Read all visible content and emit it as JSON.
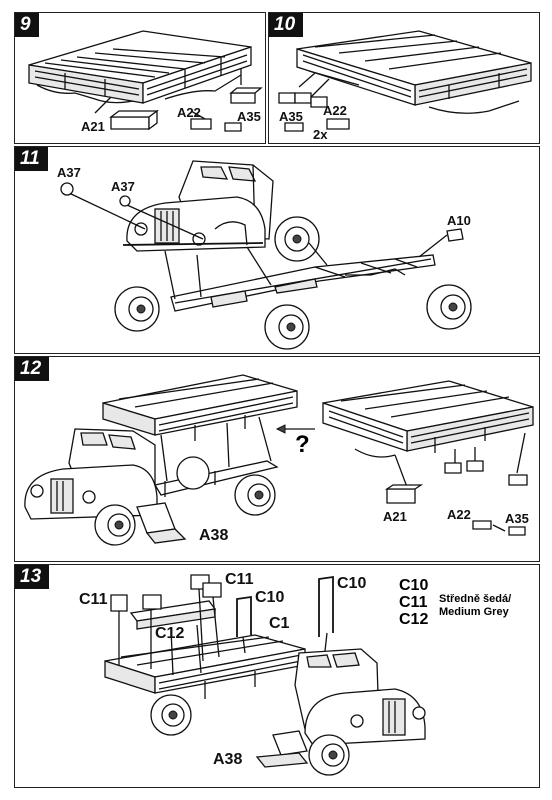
{
  "steps": {
    "s9": {
      "number": "9",
      "labels": {
        "a21": "A21",
        "a22": "A22",
        "a35": "A35"
      }
    },
    "s10": {
      "number": "10",
      "labels": {
        "a35": "A35",
        "a22": "A22",
        "qty": "2x"
      }
    },
    "s11": {
      "number": "11",
      "labels": {
        "a37_left": "A37",
        "a37_right": "A37",
        "a10": "A10"
      }
    },
    "s12": {
      "number": "12",
      "labels": {
        "a38": "A38",
        "a21": "A21",
        "a22": "A22",
        "a35": "A35",
        "question": "?"
      }
    },
    "s13": {
      "number": "13",
      "labels": {
        "c11_left": "C11",
        "c11_top": "C11",
        "c10_mid": "C10",
        "c10_right": "C10",
        "c12": "C12",
        "c1": "C1",
        "a38": "A38"
      }
    }
  },
  "paint_legend": {
    "codes": [
      "C10",
      "C11",
      "C12"
    ],
    "color_name_cz": "Středně šedá/",
    "color_name_en": "Medium Grey"
  }
}
